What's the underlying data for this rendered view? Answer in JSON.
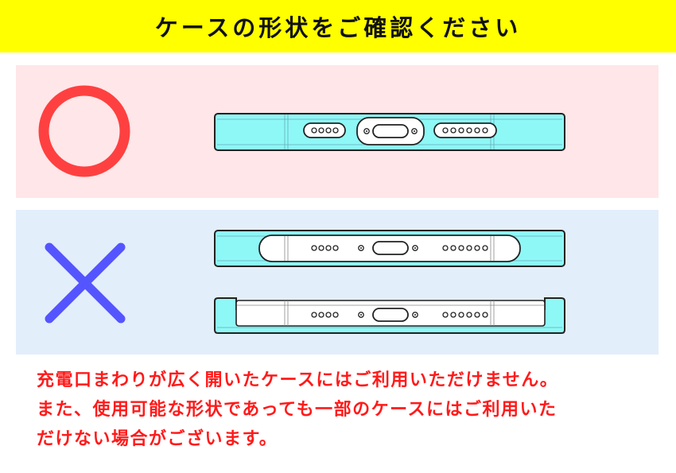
{
  "header": {
    "title": "ケースの形状をご確認ください"
  },
  "colors": {
    "header_bg": "#ffff00",
    "ok_panel_bg": "#ffe6e8",
    "ng_panel_bg": "#e3eefb",
    "ok_mark": "#ff4040",
    "ng_mark": "#5555ff",
    "case_fill": "#8ef8f6",
    "notice_text": "#ff1a1a"
  },
  "panels": {
    "ok": {
      "mark_icon": "circle-mark-icon",
      "case_icon": "phone-bottom-with-case-cutouts-icon"
    },
    "ng": {
      "mark_icon": "cross-mark-icon",
      "case_icons": [
        "phone-bottom-wide-opening-case-icon",
        "phone-bottom-open-frame-case-icon"
      ]
    }
  },
  "notice": {
    "lines": [
      "充電口まわりが広く開いたケースにはご利用いただけません。",
      "また、使用可能な形状であっても一部のケースにはご利用いた",
      "だけない場合がございます。"
    ]
  }
}
